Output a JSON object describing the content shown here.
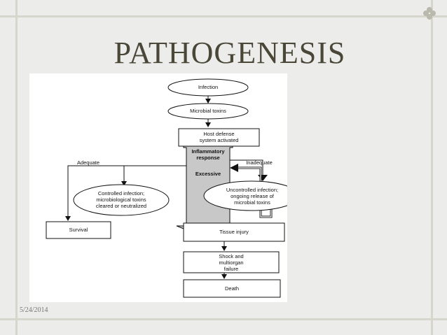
{
  "slide": {
    "title": "PATHOGENESIS",
    "date": "5/24/2014",
    "corner_icon": "clover-icon",
    "colors": {
      "background": "#ececea",
      "frame": "#d6d6cc",
      "title": "#4a4738",
      "arrow_fill": "#c8c8c8"
    }
  },
  "diagram": {
    "nodes": {
      "infection": "Infection",
      "microbial_toxins": "Microbial toxins",
      "host_defense_1": "Host defense",
      "host_defense_2": "system activated",
      "inflammatory_1": "Inflammatory",
      "inflammatory_2": "response",
      "excessive": "Excessive",
      "adequate": "Adequate",
      "inadequate": "Inadequate",
      "controlled_1": "Controlled infection;",
      "controlled_2": "microbiological toxins",
      "controlled_3": "cleared or neutralized",
      "uncontrolled_1": "Uncontrolled infection;",
      "uncontrolled_2": "ongoing release of",
      "uncontrolled_3": "microbial toxins",
      "survival": "Survival",
      "tissue_injury": "Tissue injury",
      "shock_1": "Shock and",
      "shock_2": "multiorgan",
      "shock_3": "failure",
      "death": "Death"
    }
  }
}
